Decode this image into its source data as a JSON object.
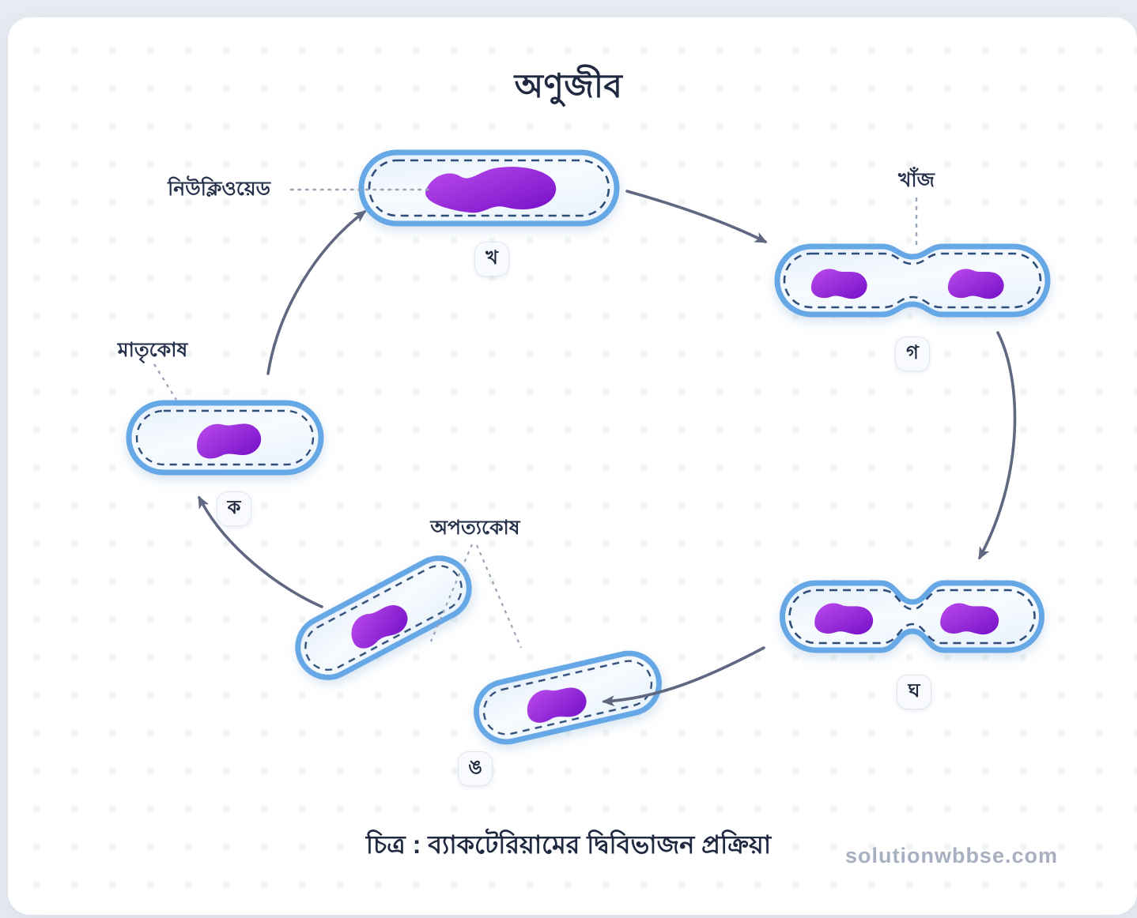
{
  "page": {
    "title": "অণুজীব",
    "caption": "চিত্র : ব্যাকটেরিয়ামের দ্বিবিভাজন প্রক্রিয়া",
    "watermark": "solutionwbbse.com"
  },
  "annotations": {
    "nucleoid": "নিউক্লিওয়েড",
    "groove": "খাঁজ",
    "mother_cell": "মাতৃকোষ",
    "daughter_cell": "অপত্যকোষ"
  },
  "stages": [
    {
      "label": "ক"
    },
    {
      "label": "খ"
    },
    {
      "label": "গ"
    },
    {
      "label": "ঘ"
    },
    {
      "label": "ঙ"
    }
  ],
  "colors": {
    "page_background": "#E8ECF2",
    "card_background": "#FFFFFF",
    "cell_border": "#66A7E5",
    "cell_fill_light": "#E6F0FA",
    "cell_inner_dash": "#2F4E78",
    "nucleoid_gradient_start": "#BA4AEC",
    "nucleoid_gradient_end": "#7611C8",
    "arrow": "#5F6880",
    "connector_dash": "#98A4B8",
    "text": "#1F2940",
    "watermark": "#A7AFC1"
  }
}
